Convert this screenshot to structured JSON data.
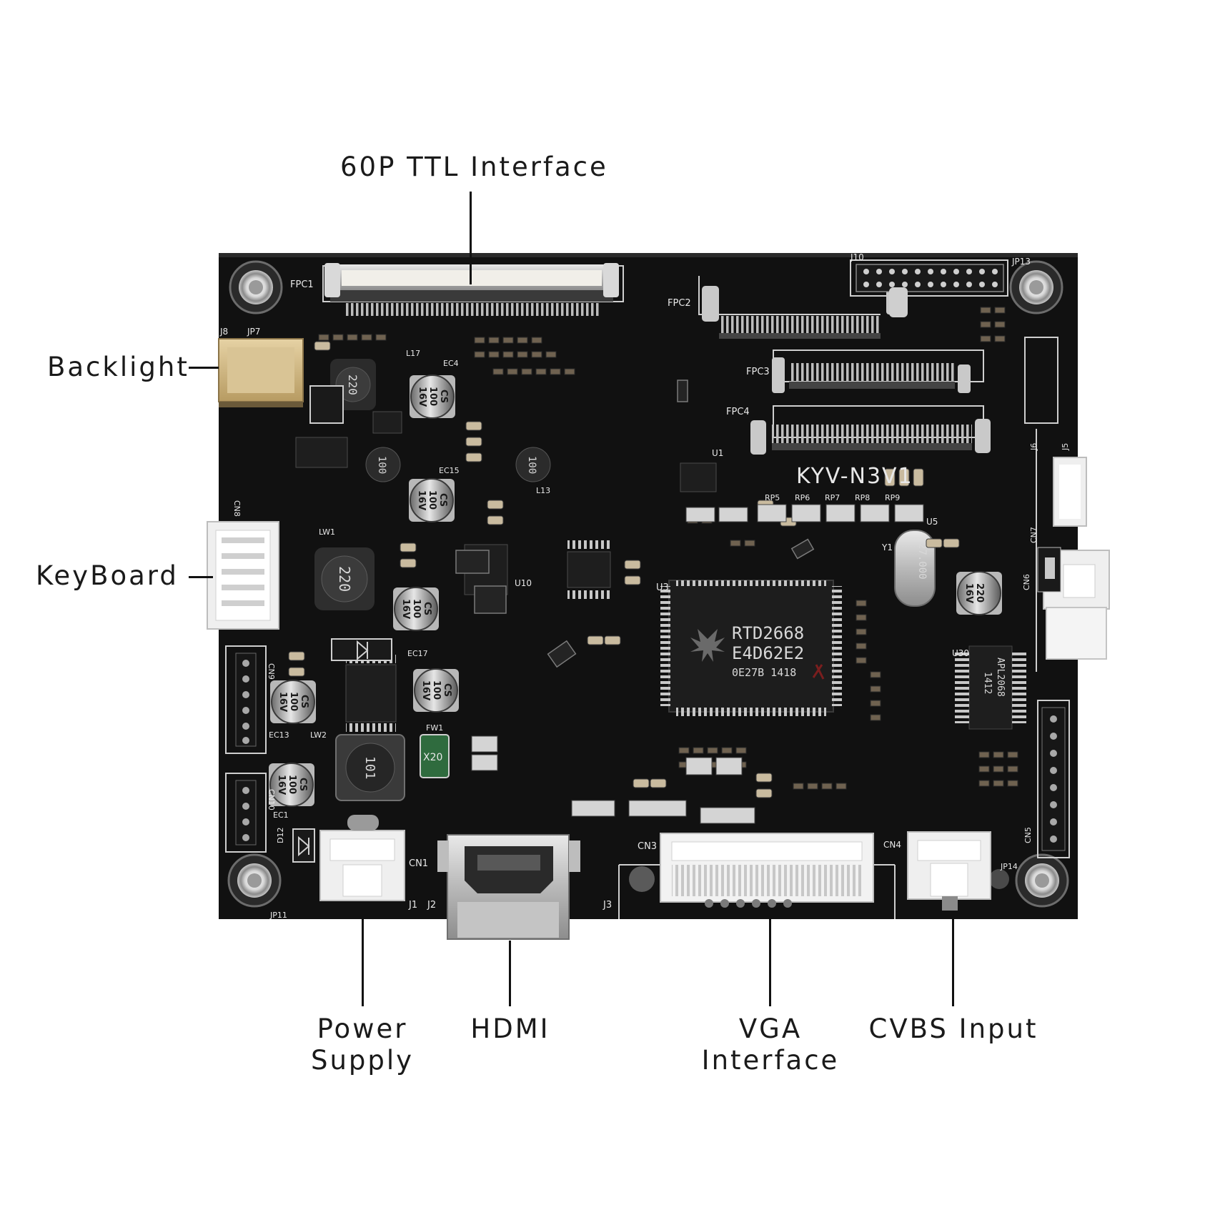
{
  "callouts": {
    "ttl": "60P TTL Interface",
    "backlight": "Backlight",
    "keyboard": "KeyBoard",
    "power_line1": "Power",
    "power_line2": "Supply",
    "hdmi": "HDMI",
    "vga_line1": "VGA",
    "vga_line2": "Interface",
    "cvbs": "CVBS Input"
  },
  "board": {
    "model": "KYV-N3V1",
    "chip_line1": "RTD2668",
    "chip_line2": "E4D62E2",
    "chip_line3": "0E27B 1418",
    "reg_line1": "APL2068",
    "reg_line2": "1412",
    "inductor_large": "220",
    "inductor_mid": "101",
    "inductor_small": "100",
    "cap_line1": "CS",
    "cap_line2": "100",
    "cap_line3": "16V",
    "cap_alt_line2": "220",
    "fuse": "X20",
    "crystal": "27.000",
    "refdes": {
      "fpc1": "FPC1",
      "fpc2": "FPC2",
      "fpc3": "FPC3",
      "fpc4": "FPC4",
      "j10": "J10",
      "jp13": "JP13",
      "j8": "J8",
      "jp7": "JP7",
      "cn8": "CN8",
      "cn9": "CN9",
      "cn10": "CN10",
      "cn1": "CN1",
      "j1": "J1",
      "j2": "J2",
      "j3": "J3",
      "cn3": "CN3",
      "cn4": "CN4",
      "cn5": "CN5",
      "cn6": "CN6",
      "cn7": "CN7",
      "jp11": "JP11",
      "jp14": "JP14",
      "u1": "U1",
      "u3": "U3",
      "u5": "U5",
      "u10": "U10",
      "u30": "U30",
      "y1": "Y1",
      "j5": "J5",
      "j6": "J6",
      "ec13": "EC13",
      "ec1": "EC1",
      "ec4": "EC4",
      "ec15": "EC15",
      "ec17": "EC17",
      "lw1": "LW1",
      "lw2": "LW2",
      "l17": "L17",
      "l13": "L13",
      "fw1": "FW1",
      "rp5": "RP5",
      "rp6": "RP6",
      "rp7": "RP7",
      "rp8": "RP8",
      "rp9": "RP9",
      "d12": "D12"
    }
  }
}
